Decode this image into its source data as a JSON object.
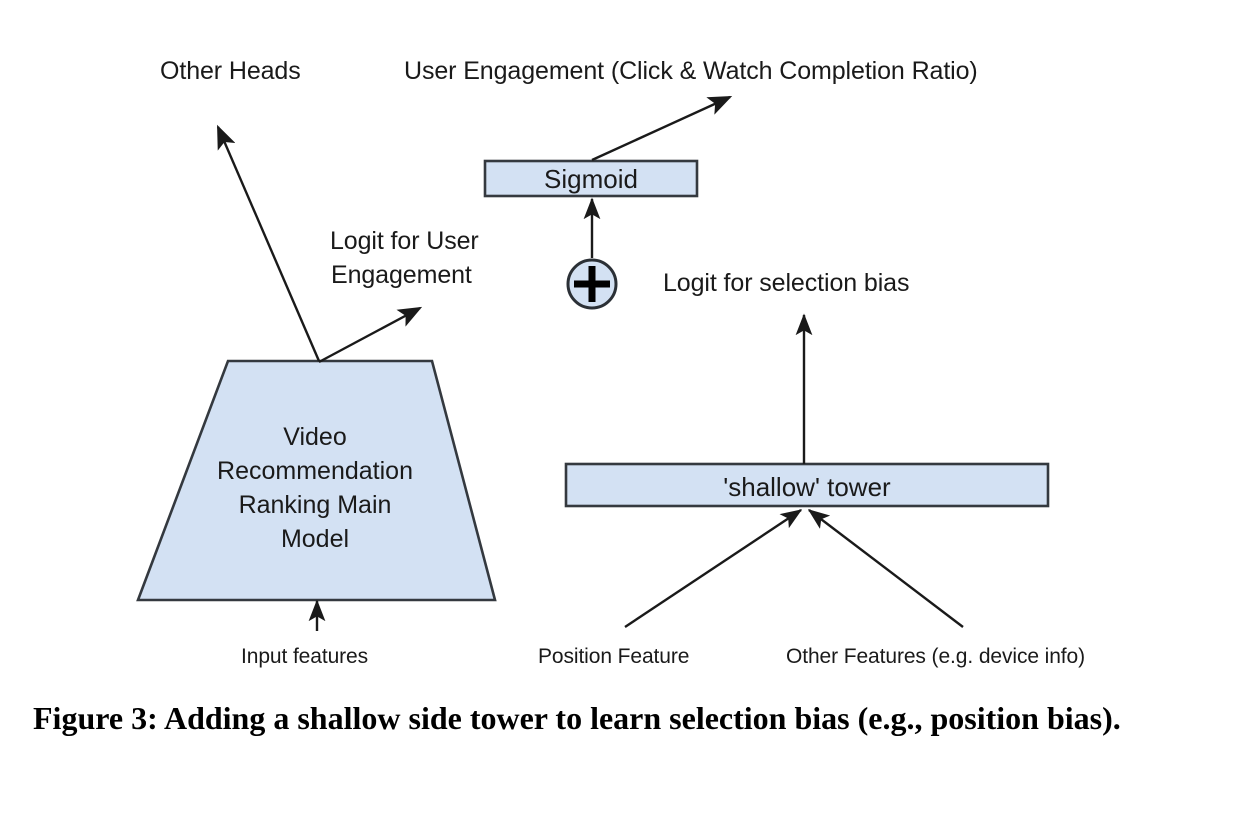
{
  "figure": {
    "caption": "Figure 3: Adding a shallow side tower to learn selection bias (e.g., position bias)."
  },
  "diagram": {
    "title_top_left": "Other Heads",
    "title_top_right": "User Engagement (Click & Watch Completion Ratio)",
    "sigmoid_box_label": "Sigmoid",
    "plus_symbol": "+",
    "logit_user_engagement_line1": "Logit for User",
    "logit_user_engagement_line2": "Engagement",
    "logit_selection_bias": "Logit for selection bias",
    "main_model_line1": "Video",
    "main_model_line2": "Recommendation",
    "main_model_line3": "Ranking Main",
    "main_model_line4": "Model",
    "shallow_tower_label": "'shallow' tower",
    "input_features_label": "Input features",
    "position_feature_label": "Position Feature",
    "other_features_label": "Other Features (e.g. device info)"
  },
  "style": {
    "box_fill": "#d3e1f3",
    "box_stroke": "#34393f",
    "arrow_color": "#1a1a1a",
    "text_color": "#1a1a1a",
    "background": "#ffffff"
  }
}
